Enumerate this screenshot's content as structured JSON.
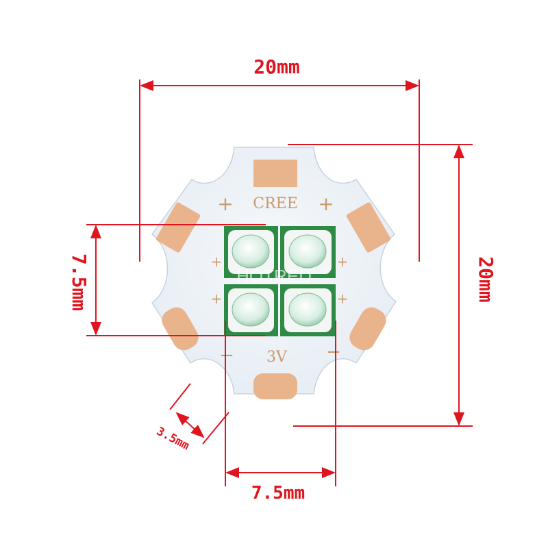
{
  "board": {
    "brand": "CREE",
    "voltage": "3V",
    "watermark": "HOTRED",
    "registered_mark": "®",
    "polarity_plus": "+",
    "polarity_minus": "−"
  },
  "dimensions": {
    "board_width": "20mm",
    "board_height": "20mm",
    "led_array_height": "7.5mm",
    "led_array_width": "7.5mm",
    "led_spacing": "3.5mm"
  },
  "colors": {
    "dimension_line": "#e0141e",
    "pcb_white": "#f2f5f8",
    "pad_copper": "#e9b48c",
    "led_substrate": "#2e8b45",
    "led_lens": "#e8f4ee"
  }
}
